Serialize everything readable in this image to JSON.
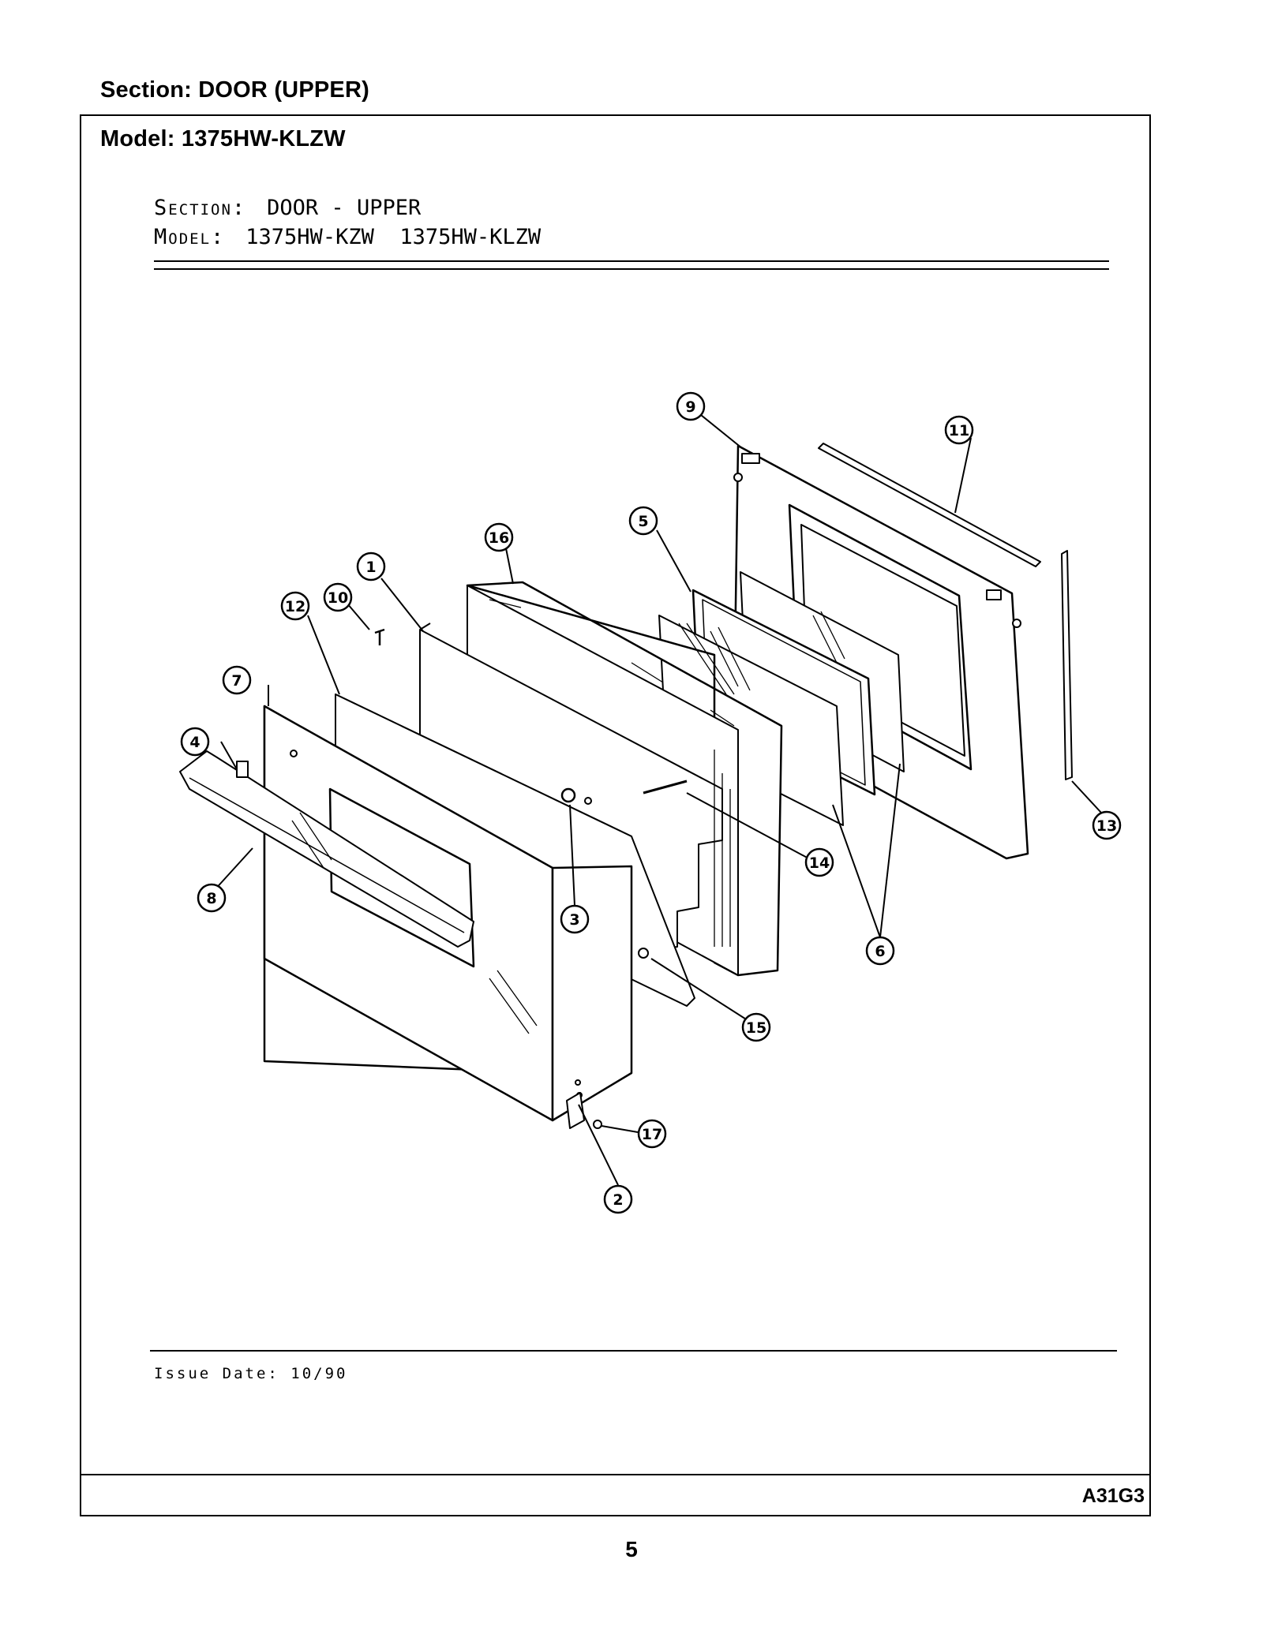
{
  "page": {
    "section_heading": "Section:  DOOR (UPPER)",
    "model_heading": "Model:  1375HW-KLZW",
    "document_code": "A31G3",
    "page_number": "5"
  },
  "diagram": {
    "section_label": "Section:",
    "section_value": "DOOR - UPPER",
    "model_label": "Model:",
    "model_value": "1375HW-KZW  1375HW-KLZW",
    "issue_date": "Issue Date: 10/90",
    "callouts": [
      "1",
      "2",
      "3",
      "4",
      "5",
      "6",
      "7",
      "8",
      "9",
      "10",
      "11",
      "12",
      "13",
      "14",
      "15",
      "16",
      "17"
    ]
  }
}
